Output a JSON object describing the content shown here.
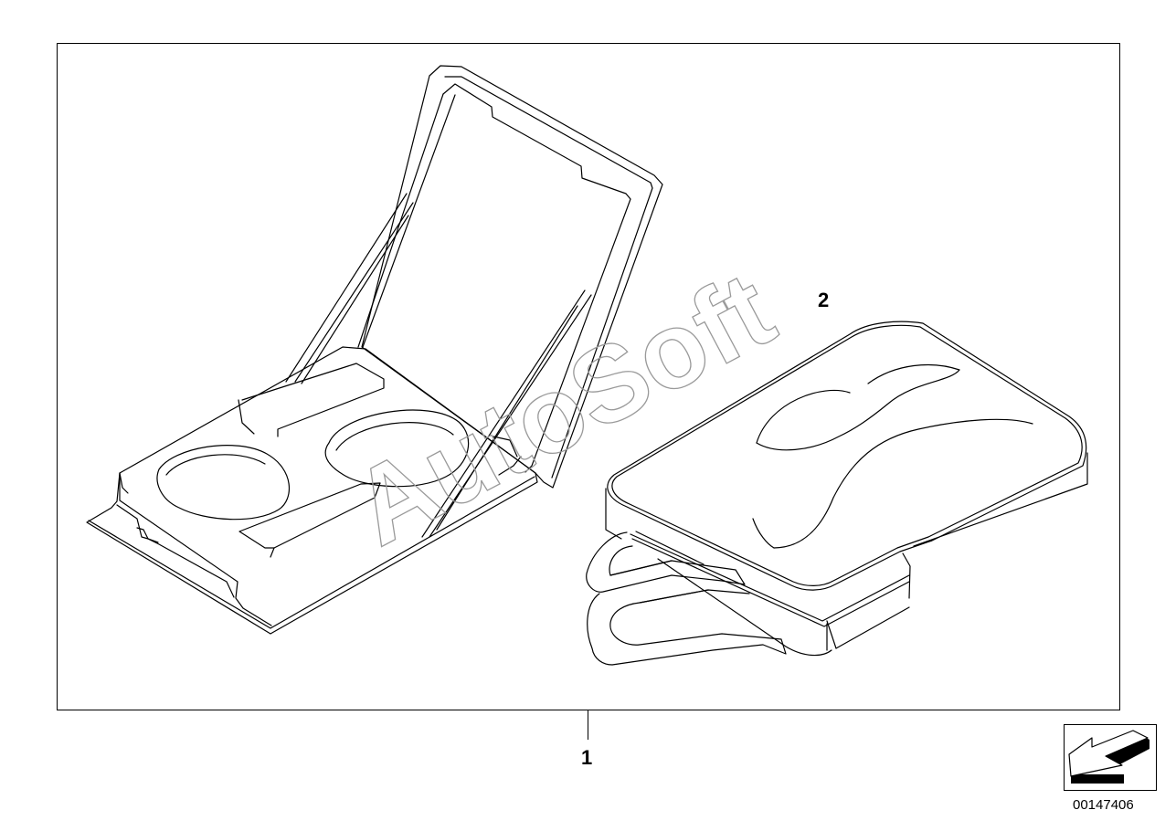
{
  "callouts": {
    "part_1": "1",
    "part_2": "2"
  },
  "diagram_number": "00147406",
  "watermark": "AutoSoft",
  "icons": {
    "part_1": "folding-holder-with-cup-recesses-icon",
    "part_2": "zippered-bag-with-handles-icon",
    "navigation": "back-arrow-icon"
  },
  "colors": {
    "line": "#000000",
    "watermark": "#9a9a9a",
    "background": "#ffffff"
  }
}
